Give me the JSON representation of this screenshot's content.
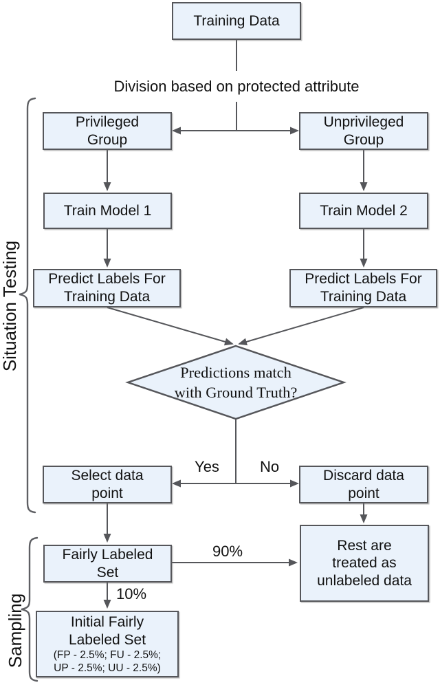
{
  "figure": {
    "node_fill": "#eaf2fb",
    "stroke_color": "#55565a",
    "text_color": "#111111",
    "background": "#ffffff"
  },
  "nodes": {
    "training_data": {
      "label": "Training Data"
    },
    "privileged_group": {
      "label": "Privileged\nGroup"
    },
    "unprivileged_group": {
      "label": "Unprivileged\nGroup"
    },
    "train_model_1": {
      "label": "Train Model 1"
    },
    "train_model_2": {
      "label": "Train Model 2"
    },
    "predict_labels_left": {
      "label": "Predict Labels For\nTraining Data"
    },
    "predict_labels_right": {
      "label": "Predict Labels For\nTraining Data"
    },
    "decision": {
      "label": "Predictions match\nwith Ground Truth?"
    },
    "select_data_point": {
      "label": "Select data\npoint"
    },
    "discard_data_point": {
      "label": "Discard data\npoint"
    },
    "fairly_labeled_set": {
      "label": "Fairly Labeled\nSet"
    },
    "rest_unlabeled": {
      "label": "Rest are\ntreated as\nunlabeled data"
    },
    "initial_fairly_labeled_set": {
      "label": "Initial Fairly\nLabeled Set",
      "detail": "(FP - 2.5%; FU - 2.5%;\nUP - 2.5%; UU - 2.5%)"
    }
  },
  "edge_labels": {
    "division": "Division based on protected attribute",
    "yes": "Yes",
    "no": "No",
    "percent_90": "90%",
    "percent_10": "10%"
  },
  "braces": {
    "situation_testing": "Situation Testing",
    "sampling": "Sampling"
  }
}
